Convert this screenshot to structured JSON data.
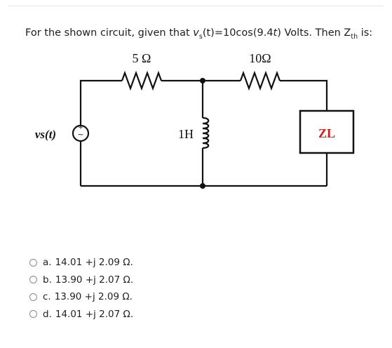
{
  "question": {
    "prefix": "For the shown circuit, given that ",
    "vs_symbol": "v",
    "vs_sub": "s",
    "vs_expr_a": "(t)=10cos(9.4",
    "vs_t": "t",
    "vs_expr_b": ") Volts. Then Z",
    "zth_sub": "th",
    "suffix": " is:"
  },
  "circuit": {
    "r1_label": "5 Ω",
    "r2_label": "10Ω",
    "inductor_label": "1H",
    "source_label": "vs(t)",
    "source_plus": "+",
    "source_tilde": "~",
    "source_minus": "−",
    "load_label": "ZL",
    "wire_color": "#111111",
    "dot_color": "#111111",
    "load_text_color": "#cc1f1f"
  },
  "options": [
    {
      "letter": "a.",
      "text": "14.01 +j 2.09 Ω."
    },
    {
      "letter": "b.",
      "text": "13.90 +j 2.07 Ω."
    },
    {
      "letter": "c.",
      "text": "13.90 +j 2.09 Ω."
    },
    {
      "letter": "d.",
      "text": "14.01 +j 2.07 Ω."
    }
  ]
}
